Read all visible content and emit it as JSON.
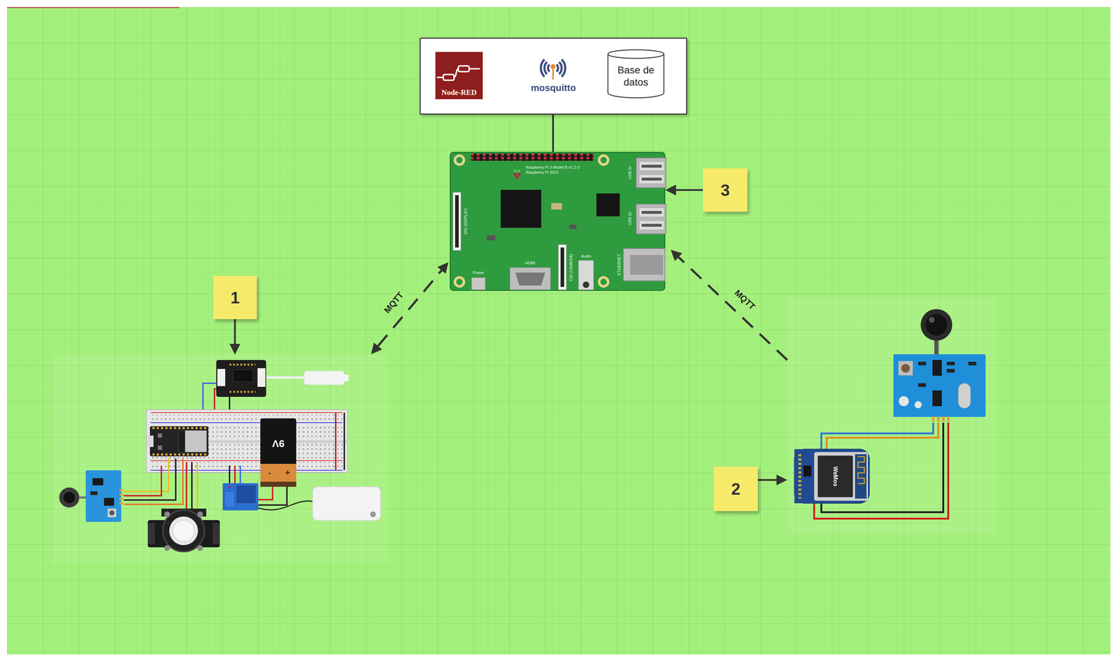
{
  "diagram": {
    "nodes": [
      {
        "text": [
          "Node-RED",
          "mosquitto"
        ]
      },
      {
        "text": [
          "Base de datos"
        ],
        "in": 0
      },
      {
        "text": [
          "Raspberry Pi 3 Model B v1.2 © Raspberry Pi 2015",
          "USB 2x",
          "USB 2x",
          "ETHERNET",
          "Audio",
          "HDMI",
          "Power",
          "DSI (DISPLAY)",
          "CSI (CAMERA)"
        ]
      },
      {
        "text": [
          "3"
        ]
      },
      {
        "text": [
          "1"
        ]
      },
      {
        "text": [
          "2"
        ]
      }
    ],
    "edges": [
      {
        "from": 0,
        "to": 2,
        "arrow": "none"
      },
      {
        "from": 3,
        "to": 2,
        "arrow": "to"
      }
    ],
    "labels": [
      "MQTT",
      "MQTT",
      "9V",
      "-",
      "+",
      "WeMos"
    ]
  }
}
